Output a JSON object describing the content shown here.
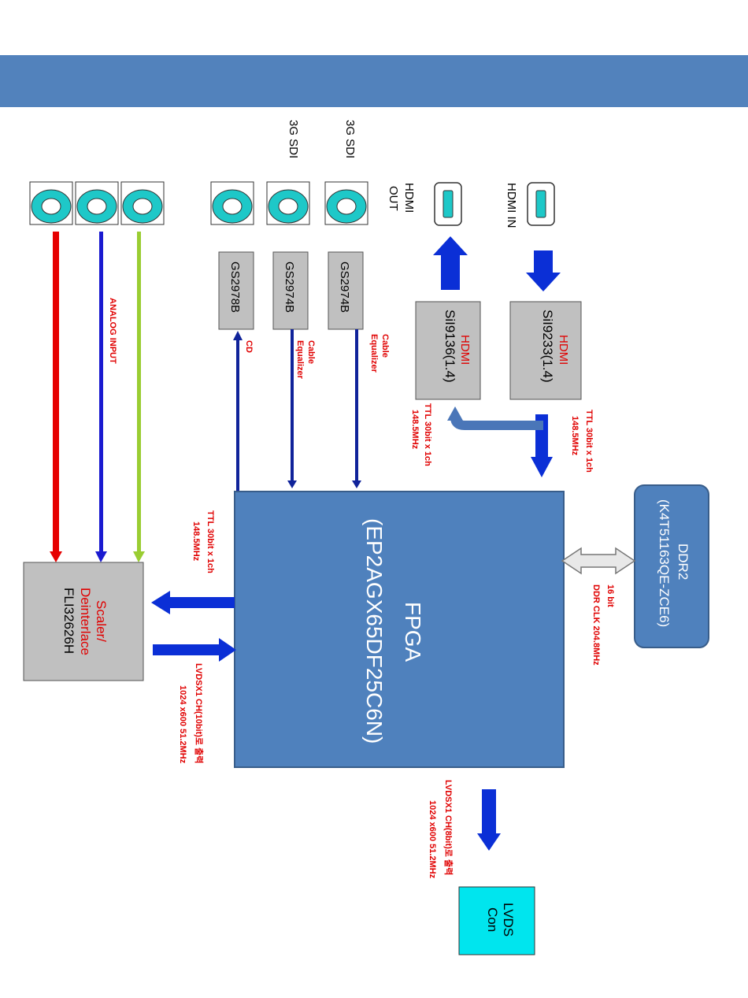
{
  "header": {
    "title": ""
  },
  "colors": {
    "header": "#5282bc",
    "fpga": "#4f81bd",
    "fpga_border": "#385d8a",
    "ddr": "#4f81bd",
    "chip_gray": "#c0c0c0",
    "lvds_cyan": "#00e5ee",
    "arrow_blue": "#0b2fd6",
    "arrow_dark": "#10239a",
    "analog_red": "#e60000",
    "analog_blue": "#1a1ad0",
    "analog_green": "#9acd32",
    "label_red": "#e00000",
    "connector_cyan": "#1ec8c8"
  },
  "blocks": {
    "fpga_title": "FPGA",
    "fpga_part": "(EP2AGX65DF25C6N)",
    "ddr_title": "DDR2",
    "ddr_part": "(K4T51163QE-ZCE6)",
    "scaler_title_1": "Scaler/",
    "scaler_title_2": "Deinterlace",
    "scaler_part": "FLI32626H",
    "hdmi_rx_title": "HDMI",
    "hdmi_rx_part": "SiI9233(1.4)",
    "hdmi_tx_title": "HDMI",
    "hdmi_tx_part": "SiI9136(1.4)",
    "lvds_con_1": "LVDS",
    "lvds_con_2": "Con",
    "gs_1": "GS2974B",
    "gs_2": "GS2974B",
    "gs_3": "GS2978B"
  },
  "connectors": {
    "hdmi_in": "HDMI IN",
    "hdmi_out_1": "HDMI",
    "hdmi_out_2": "OUT",
    "sdi_1": "3G SDI",
    "sdi_2": "3G SDI"
  },
  "annotations": {
    "cable_eq_1a": "Cable",
    "cable_eq_1b": "Equalizer",
    "cable_eq_2a": "Cable",
    "cable_eq_2b": "Equalizer",
    "cd": "CD",
    "analog_input": "ANALOG INPUT",
    "ttl_rx_1": "TTL 30bit x 1ch",
    "ttl_rx_2": "148.5MHz",
    "ttl_tx_1": "TTL 30bit x 1ch",
    "ttl_tx_2": "148.5MHz",
    "ttl_scaler_1": "TTL 30bit x 1ch",
    "ttl_scaler_2": "148.5MHz",
    "ddr_bus_1": "16 bit",
    "ddr_bus_2": "DDR CLK 204.8MHz",
    "lvds_scaler_1": "LVDSX1 CH(10bit)로 출력",
    "lvds_scaler_2": "1024 x600  51.2MHz",
    "lvds_out_1": "LVDSX1 CH(8bit)로 출력",
    "lvds_out_2": "1024 x600  51.2MHz"
  }
}
